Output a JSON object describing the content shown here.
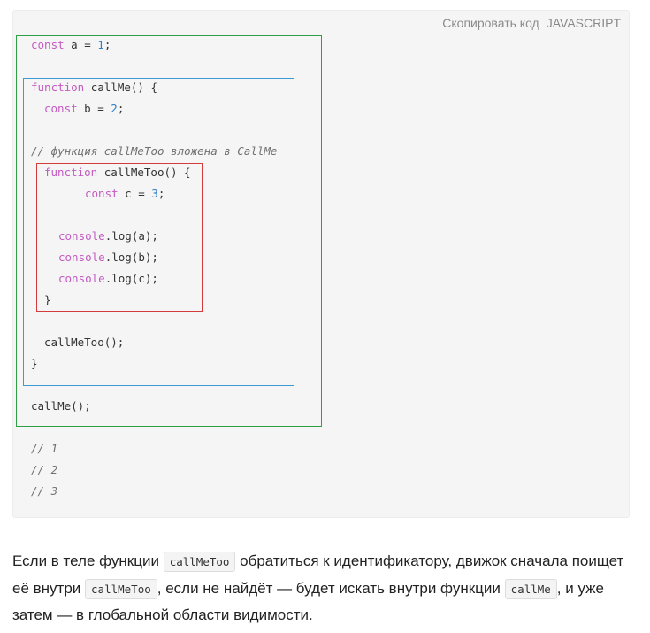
{
  "toolbar": {
    "copy_label": "Скопировать код",
    "language": "JAVASCRIPT"
  },
  "code": {
    "l1_kw": "const",
    "l1_rest": " a = ",
    "l1_num": "1",
    "l1_end": ";",
    "l2_kw": "function",
    "l2_rest": " callMe() {",
    "l3_kw": "const",
    "l3_rest": " b = ",
    "l3_num": "2",
    "l3_end": ";",
    "l4_comment": "// функция callMeToo вложена в CallMe",
    "l5_kw": "function",
    "l5_rest": " callMeToo() {",
    "l6_kw": "const",
    "l6_rest": " c = ",
    "l6_num": "3",
    "l6_end": ";",
    "l7_obj": "console",
    "l7_rest": ".log(a);",
    "l8_obj": "console",
    "l8_rest": ".log(b);",
    "l9_obj": "console",
    "l9_rest": ".log(c);",
    "l10": "}",
    "l11": "callMeToo();",
    "l12": "}",
    "l13": "callMe();",
    "out1": "// 1",
    "out2": "// 2",
    "out3": "// 3"
  },
  "paragraph": {
    "t1": "Если в теле функции ",
    "c1": "callMeToo",
    "t2": " обратиться к идентификатору, движок сначала поищет её внутри ",
    "c2": "callMeToo",
    "t3": ", если не найдёт — будет искать внутри функции ",
    "c3": "callMe",
    "t4": ", и уже затем — в глобальной области видимости."
  }
}
